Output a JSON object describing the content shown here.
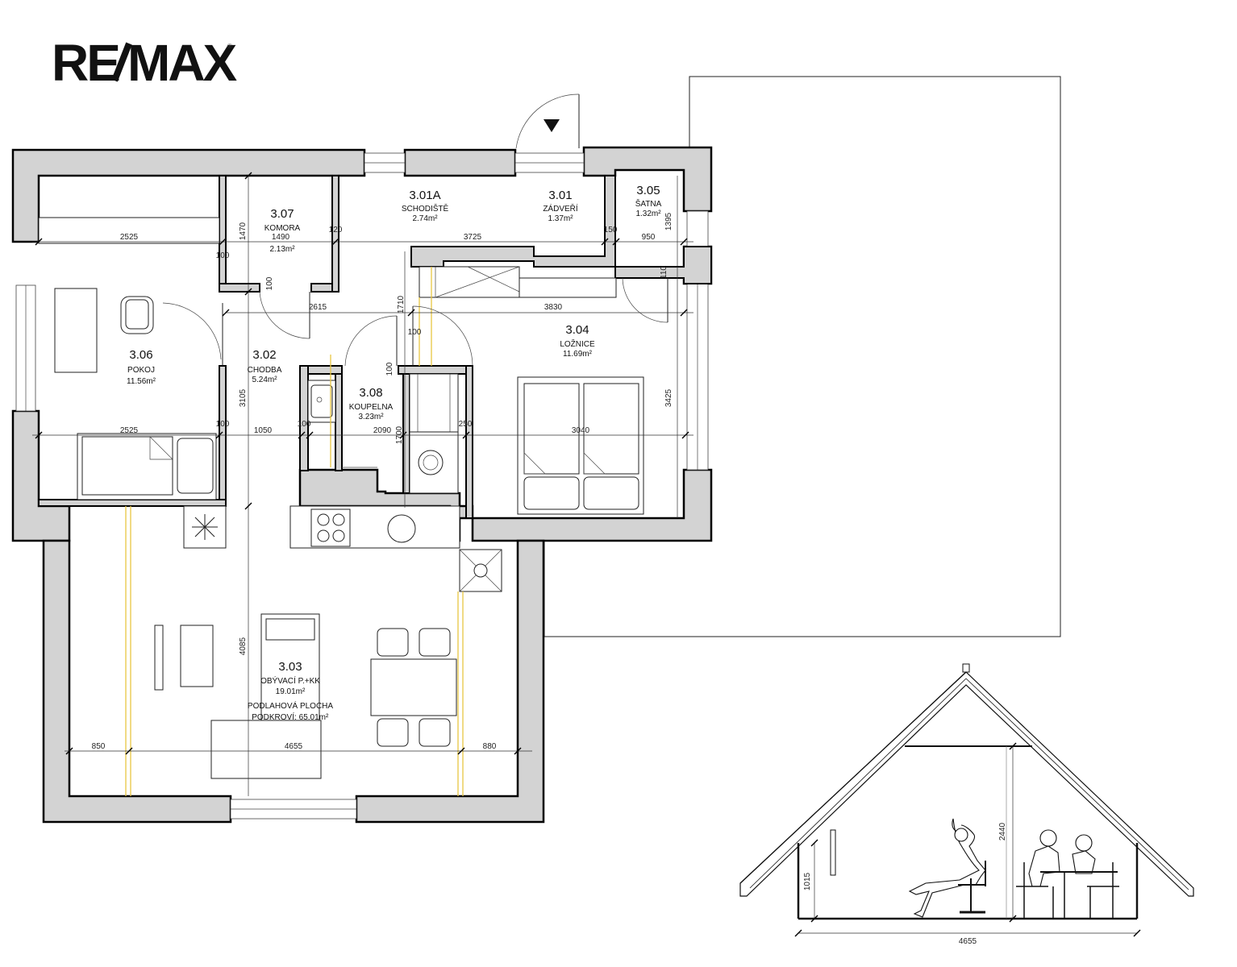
{
  "logo": {
    "text": "RE/MAX",
    "registered": "®"
  },
  "rooms": [
    {
      "id": "3.01A",
      "name": "SCHODIŠTĚ",
      "area": "2.74m²"
    },
    {
      "id": "3.01",
      "name": "ZÁDVEŘÍ",
      "area": "1.37m²"
    },
    {
      "id": "3.05",
      "name": "ŠATNA",
      "area": "1.32m²"
    },
    {
      "id": "3.07",
      "name": "KOMORA",
      "area": "2.13m²"
    },
    {
      "id": "3.06",
      "name": "POKOJ",
      "area": "11.56m²"
    },
    {
      "id": "3.02",
      "name": "CHODBA",
      "area": "5.24m²"
    },
    {
      "id": "3.08",
      "name": "KOUPELNA",
      "area": "3.23m²"
    },
    {
      "id": "3.04",
      "name": "LOŽNICE",
      "area": "11.69m²"
    },
    {
      "id": "3.03",
      "name": "OBÝVACÍ P.+KK",
      "area": "19.01m²"
    }
  ],
  "floor_total": {
    "label": "PODLAHOVÁ PLOCHA",
    "sublabel": "PODKROVÍ:",
    "value": "65.01m²"
  },
  "dimensions": {
    "d2525a": "2525",
    "d3725": "3725",
    "d150": "150",
    "d950": "950",
    "d1395": "1395",
    "d1470": "1470",
    "d120": "120",
    "d100a": "100",
    "d1490": "1490",
    "d100b": "100",
    "d2615": "2615",
    "d3830": "3830",
    "d1710": "1710",
    "d100c": "100",
    "d110": "110",
    "d100d": "100",
    "d3105": "3105",
    "d3425": "3425",
    "d2525b": "2525",
    "d100e": "100",
    "d1050": "1050",
    "d100f": "100",
    "d2090": "2090",
    "d250": "250",
    "d3040": "3040",
    "d1700": "1700",
    "d4085": "4085",
    "d850": "850",
    "d4655": "4655",
    "d880": "880",
    "s2440": "2440",
    "s1015": "1015",
    "s4655": "4655"
  }
}
